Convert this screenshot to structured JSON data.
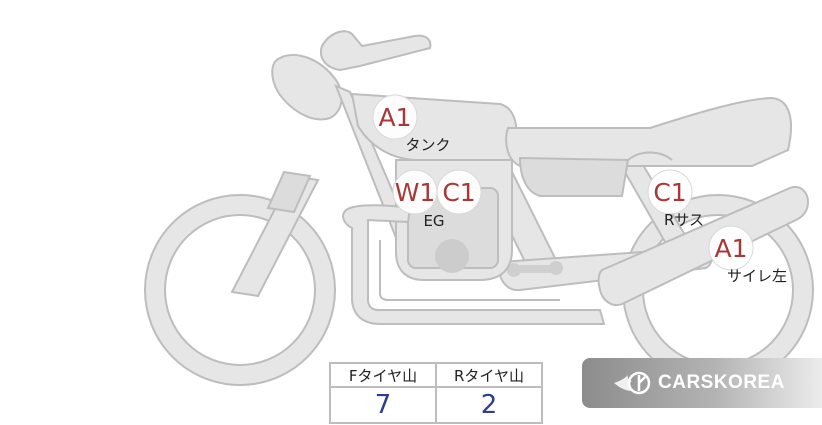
{
  "markers": [
    {
      "code": "A1",
      "label": "タンク"
    },
    {
      "code": "W1",
      "label": "EG"
    },
    {
      "code": "C1",
      "label": ""
    },
    {
      "code": "C1",
      "label": "Rサス"
    },
    {
      "code": "A1",
      "label": "サイレ左"
    }
  ],
  "tire_table": {
    "front_header": "Fタイヤ山",
    "rear_header": "Rタイヤ山",
    "front_value": "7",
    "rear_value": "2"
  },
  "badge": {
    "text": "CARSKOREA",
    "icon": "flame-logo-icon"
  },
  "colors": {
    "marker_code": "#a83838",
    "tire_value": "#2a3f8f",
    "part_fill": "#e6e6e6",
    "part_stroke": "#bdbdbd"
  }
}
